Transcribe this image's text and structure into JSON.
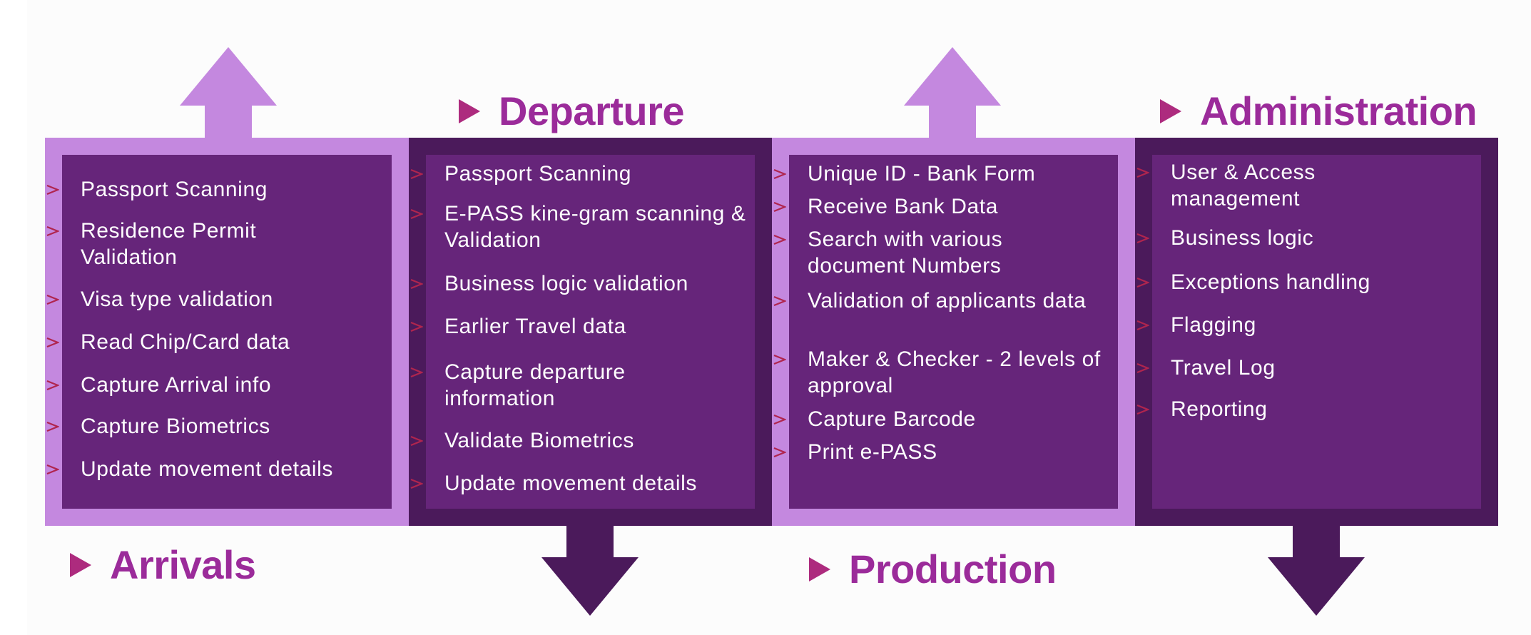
{
  "colors": {
    "light_purple": "#c488df",
    "dark_purple": "#4b1a5b",
    "panel_purple": "#66257a",
    "heading_text": "#9b2b9a",
    "bullet_red": "#b0254e"
  },
  "columns": [
    {
      "title": "Arrivals",
      "items": [
        "Passport Scanning",
        "Residence Permit Validation",
        "Visa type validation",
        "Read Chip/Card data",
        "Capture Arrival info",
        "Capture Biometrics",
        "Update movement details"
      ]
    },
    {
      "title": "Departure",
      "items": [
        "Passport Scanning",
        "E-PASS kine-gram scanning & Validation",
        "Business logic validation",
        "Earlier Travel data",
        "Capture departure information",
        "Validate Biometrics",
        "Update movement details"
      ]
    },
    {
      "title": "Production",
      "items": [
        "Unique ID - Bank Form",
        "Receive Bank Data",
        "Search with various document Numbers",
        "Validation of applicants data",
        "Maker & Checker - 2 levels of approval",
        "Capture Barcode",
        "Print e-PASS"
      ]
    },
    {
      "title": "Administration",
      "items": [
        "User & Access management",
        "Business logic",
        "Exceptions handling",
        "Flagging",
        "Travel Log",
        "Reporting"
      ]
    }
  ]
}
